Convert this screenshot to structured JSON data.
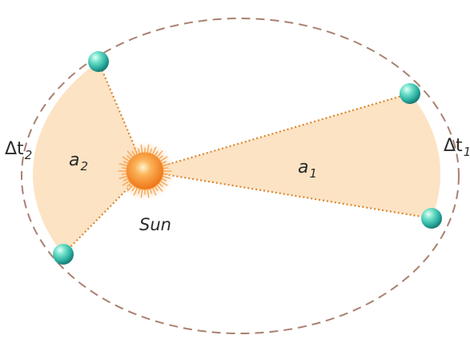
{
  "labels": {
    "delta_t2": {
      "main": "Δt",
      "sub": "2"
    },
    "delta_t1": {
      "main": "Δt",
      "sub": "1"
    },
    "area2": {
      "main": "a",
      "sub": "2"
    },
    "area1": {
      "main": "a",
      "sub": "1"
    },
    "sun": "Sun"
  },
  "colors": {
    "orbit": "#a98070",
    "swept_area_fill": "#fce3c4",
    "radius_line": "#d9862e",
    "sun_core": "#f07818",
    "sun_glow": "#fbc98a",
    "planet_light": "#d9fbf2",
    "planet_mid": "#39c9b5",
    "planet_dark": "#1f8f87"
  },
  "icons": {
    "sun": "sun-icon",
    "planet": "planet-icon"
  }
}
